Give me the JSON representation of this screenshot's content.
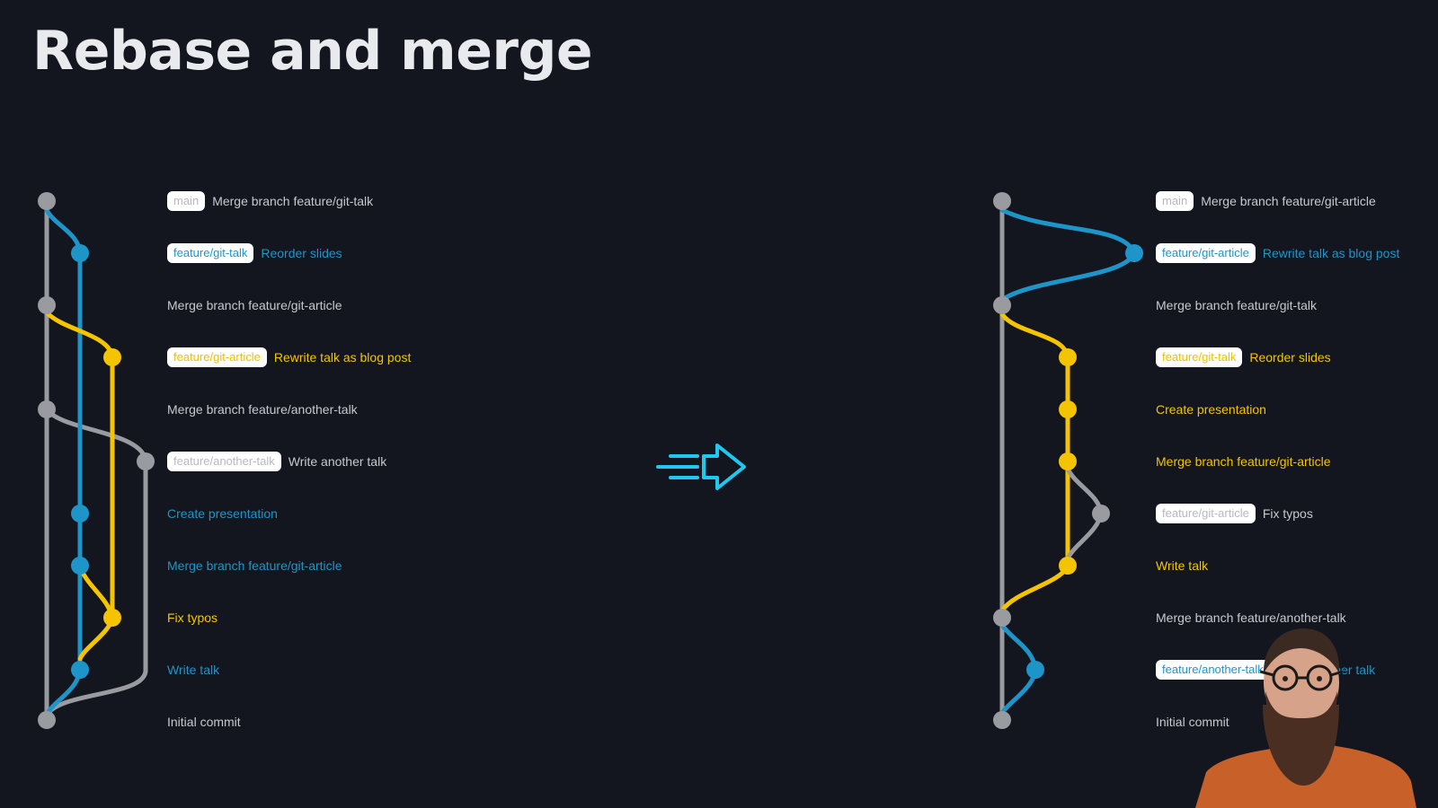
{
  "title": "Rebase and merge",
  "colors": {
    "background": "#13151f",
    "gray": "#9a9ba1",
    "blue": "#1e95c8",
    "yellow": "#f5c400",
    "arrow": "#1ec8f0"
  },
  "before": {
    "commits": [
      {
        "badge": "main",
        "message": "Merge branch feature/git-talk",
        "color": "gray"
      },
      {
        "badge": "feature/git-talk",
        "message": "Reorder slides",
        "color": "blue"
      },
      {
        "badge": "",
        "message": "Merge branch feature/git-article",
        "color": "gray"
      },
      {
        "badge": "feature/git-article",
        "message": "Rewrite talk as blog post",
        "color": "yellow"
      },
      {
        "badge": "",
        "message": "Merge branch feature/another-talk",
        "color": "gray"
      },
      {
        "badge": "feature/another-talk",
        "message": "Write another talk",
        "color": "gray"
      },
      {
        "badge": "",
        "message": "Create presentation",
        "color": "blue"
      },
      {
        "badge": "",
        "message": "Merge branch feature/git-article",
        "color": "blue"
      },
      {
        "badge": "",
        "message": "Fix typos",
        "color": "yellow"
      },
      {
        "badge": "",
        "message": "Write talk",
        "color": "blue"
      },
      {
        "badge": "",
        "message": "Initial commit",
        "color": "gray"
      }
    ]
  },
  "after": {
    "commits": [
      {
        "badge": "main",
        "message": "Merge branch feature/git-article",
        "color": "gray"
      },
      {
        "badge": "feature/git-article",
        "message": "Rewrite talk as blog post",
        "color": "blue"
      },
      {
        "badge": "",
        "message": "Merge branch feature/git-talk",
        "color": "gray"
      },
      {
        "badge": "feature/git-talk",
        "message": "Reorder slides",
        "color": "yellow"
      },
      {
        "badge": "",
        "message": "Create presentation",
        "color": "yellow"
      },
      {
        "badge": "",
        "message": "Merge branch feature/git-article",
        "color": "yellow"
      },
      {
        "badge": "feature/git-article",
        "message": "Fix typos",
        "color": "gray"
      },
      {
        "badge": "",
        "message": "Write talk",
        "color": "yellow"
      },
      {
        "badge": "",
        "message": "Merge branch feature/another-talk",
        "color": "gray"
      },
      {
        "badge": "feature/another-talk",
        "message": "Write another talk",
        "color": "blue"
      },
      {
        "badge": "",
        "message": "Initial commit",
        "color": "gray"
      }
    ]
  }
}
